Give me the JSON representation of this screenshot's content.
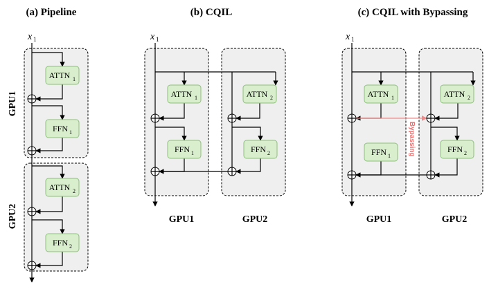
{
  "panels": {
    "a_title": "(a) Pipeline",
    "b_title": "(b) CQIL",
    "c_title": "(c) CQIL with Bypassing"
  },
  "input": {
    "var": "x",
    "sub": "1"
  },
  "gpus": {
    "gpu1": "GPU1",
    "gpu2": "GPU2"
  },
  "blocks": {
    "attn": "ATTN",
    "ffn": "FFN",
    "sub1": "1",
    "sub2": "2"
  },
  "bypass_label": "Bypassing",
  "colors": {
    "gpu_box_fill": "#efefef",
    "block_fill": "#d8eecd",
    "block_stroke": "#8cc07a",
    "bypass": "#f07070"
  }
}
